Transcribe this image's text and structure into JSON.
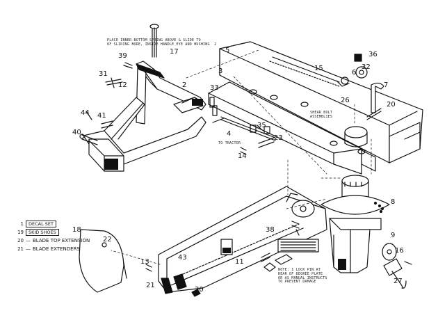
{
  "callouts": [
    {
      "id": "c17",
      "text": "17"
    },
    {
      "id": "c39",
      "text": "39"
    },
    {
      "id": "c31a",
      "text": "31"
    },
    {
      "id": "c12",
      "text": "12"
    },
    {
      "id": "c2",
      "text": "2"
    },
    {
      "id": "c33",
      "text": "33"
    },
    {
      "id": "c3",
      "text": "3"
    },
    {
      "id": "c41",
      "text": "41"
    },
    {
      "id": "c44",
      "text": "44"
    },
    {
      "id": "c40",
      "text": "40"
    },
    {
      "id": "c5",
      "text": "5"
    },
    {
      "id": "c36",
      "text": "36"
    },
    {
      "id": "c32",
      "text": "32"
    },
    {
      "id": "c15",
      "text": "15"
    },
    {
      "id": "c6",
      "text": "6"
    },
    {
      "id": "c7",
      "text": "7"
    },
    {
      "id": "c26",
      "text": "26"
    },
    {
      "id": "c20",
      "text": "20"
    },
    {
      "id": "c4",
      "text": "4"
    },
    {
      "id": "c35",
      "text": "35"
    },
    {
      "id": "c23",
      "text": "23"
    },
    {
      "id": "c14",
      "text": "14"
    },
    {
      "id": "c8",
      "text": "8"
    },
    {
      "id": "c18",
      "text": "18"
    },
    {
      "id": "c22",
      "text": "22"
    },
    {
      "id": "c43",
      "text": "43"
    },
    {
      "id": "c13",
      "text": "13"
    },
    {
      "id": "c9",
      "text": "9"
    },
    {
      "id": "c21",
      "text": "21"
    },
    {
      "id": "c16",
      "text": "16"
    },
    {
      "id": "c30",
      "text": "30"
    },
    {
      "id": "c11",
      "text": "11"
    },
    {
      "id": "c27",
      "text": "27"
    },
    {
      "id": "c38",
      "text": "38"
    }
  ],
  "notes": {
    "top_note": "PLACE INNER BOTTOM SPRING ABOVE & SLIDE TO\nOF SLIDING BORE, INSIDE HANDLE EYE AND BUSHING  2",
    "to_tractor": "TO TRACTOR",
    "shear_bolt": "SHEAR BOLT\nASSEMBLIES",
    "bottom_note": "NOTE: 1 LOCK PIN AT\nREAR OF DEGREE PLATE\nOR AS MANUAL INSTRUCTS\nTO PREVENT DAMAGE"
  },
  "legend": [
    {
      "num": "1",
      "label": "DECAL SET"
    },
    {
      "num": "19",
      "label": "SKID SHOES"
    },
    {
      "num": "20",
      "label": "BLADE TOP EXTENSION"
    },
    {
      "num": "21",
      "label": "BLADE EXTENDERS"
    }
  ]
}
